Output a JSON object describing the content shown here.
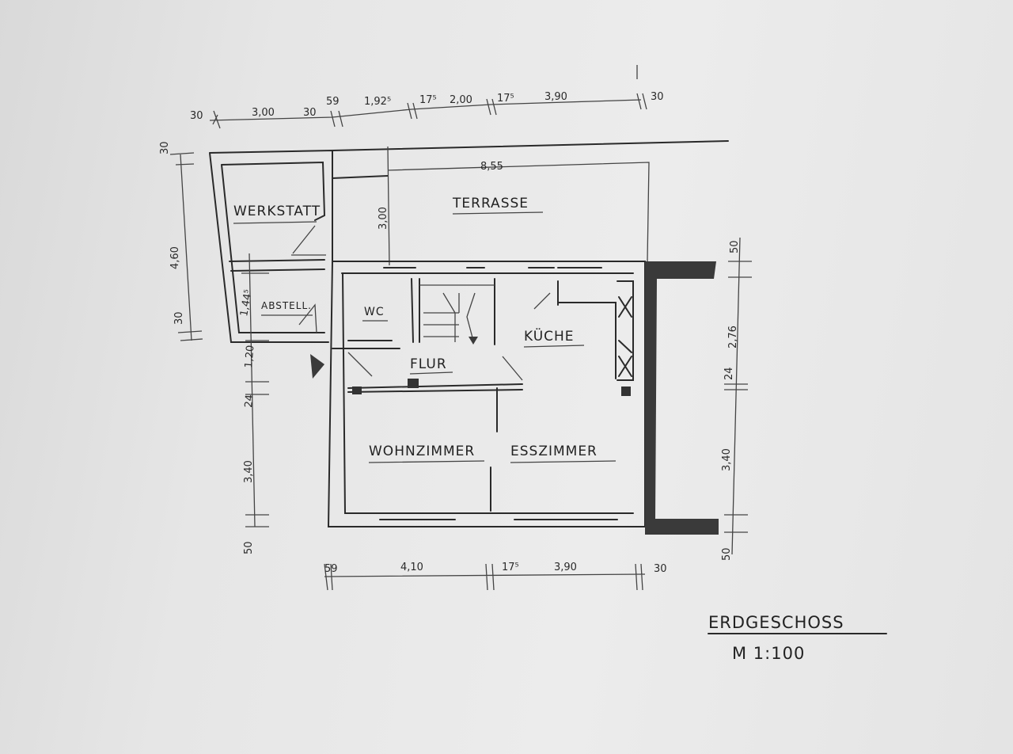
{
  "title": "ERDGESCHOSS",
  "scale": "M 1:100",
  "rooms": {
    "werkstatt": "WERKSTATT",
    "terrasse": "TERRASSE",
    "abstell": "ABSTELL.",
    "wc": "WC",
    "kueche": "KÜCHE",
    "flur": "FLUR",
    "wohnzimmer": "WOHNZIMMER",
    "esszimmer": "ESSZIMMER"
  },
  "dimensions": {
    "top": [
      "30",
      "3,00",
      "30",
      "59",
      "1,92⁵",
      "17⁵",
      "2,00",
      "17⁵",
      "3,90",
      "30"
    ],
    "terrace_width": "8,55",
    "terrace_depth": "3,00",
    "left_outer": [
      "30",
      "4,60",
      "30"
    ],
    "left_inner": [
      "1,44⁵",
      "1,20",
      "24",
      "3,40",
      "50"
    ],
    "right": [
      "50",
      "2,76",
      "24",
      "3,40",
      "50"
    ],
    "bottom": [
      "59",
      "4,10",
      "17⁵",
      "3,90",
      "30"
    ]
  }
}
